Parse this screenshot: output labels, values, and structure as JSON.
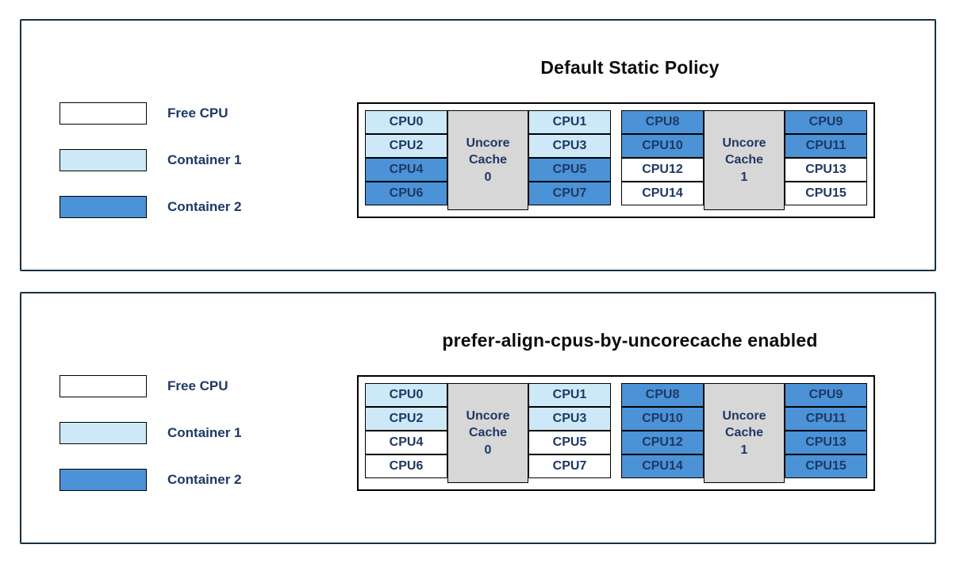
{
  "colors": {
    "free": "#ffffff",
    "container1": "#cde9f7",
    "container2": "#4b92d6",
    "uncore_cache": "#d7d7d7",
    "label_text": "#1f3864",
    "panel_border": "#16323e"
  },
  "legend": {
    "items": [
      {
        "label": "Free CPU",
        "type": "free"
      },
      {
        "label": "Container 1",
        "type": "container1"
      },
      {
        "label": "Container 2",
        "type": "container2"
      }
    ]
  },
  "panels": [
    {
      "title": "Default Static Policy",
      "groups": [
        {
          "cache": "Uncore\nCache\n0",
          "left": [
            {
              "label": "CPU0",
              "type": "container1"
            },
            {
              "label": "CPU2",
              "type": "container1"
            },
            {
              "label": "CPU4",
              "type": "container2"
            },
            {
              "label": "CPU6",
              "type": "container2"
            }
          ],
          "right": [
            {
              "label": "CPU1",
              "type": "container1"
            },
            {
              "label": "CPU3",
              "type": "container1"
            },
            {
              "label": "CPU5",
              "type": "container2"
            },
            {
              "label": "CPU7",
              "type": "container2"
            }
          ]
        },
        {
          "cache": "Uncore\nCache\n1",
          "left": [
            {
              "label": "CPU8",
              "type": "container2"
            },
            {
              "label": "CPU10",
              "type": "container2"
            },
            {
              "label": "CPU12",
              "type": "free"
            },
            {
              "label": "CPU14",
              "type": "free"
            }
          ],
          "right": [
            {
              "label": "CPU9",
              "type": "container2"
            },
            {
              "label": "CPU11",
              "type": "container2"
            },
            {
              "label": "CPU13",
              "type": "free"
            },
            {
              "label": "CPU15",
              "type": "free"
            }
          ]
        }
      ]
    },
    {
      "title": "prefer-align-cpus-by-uncorecache enabled",
      "groups": [
        {
          "cache": "Uncore\nCache\n0",
          "left": [
            {
              "label": "CPU0",
              "type": "container1"
            },
            {
              "label": "CPU2",
              "type": "container1"
            },
            {
              "label": "CPU4",
              "type": "free"
            },
            {
              "label": "CPU6",
              "type": "free"
            }
          ],
          "right": [
            {
              "label": "CPU1",
              "type": "container1"
            },
            {
              "label": "CPU3",
              "type": "container1"
            },
            {
              "label": "CPU5",
              "type": "free"
            },
            {
              "label": "CPU7",
              "type": "free"
            }
          ]
        },
        {
          "cache": "Uncore\nCache\n1",
          "left": [
            {
              "label": "CPU8",
              "type": "container2"
            },
            {
              "label": "CPU10",
              "type": "container2"
            },
            {
              "label": "CPU12",
              "type": "container2"
            },
            {
              "label": "CPU14",
              "type": "container2"
            }
          ],
          "right": [
            {
              "label": "CPU9",
              "type": "container2"
            },
            {
              "label": "CPU11",
              "type": "container2"
            },
            {
              "label": "CPU13",
              "type": "container2"
            },
            {
              "label": "CPU15",
              "type": "container2"
            }
          ]
        }
      ]
    }
  ]
}
